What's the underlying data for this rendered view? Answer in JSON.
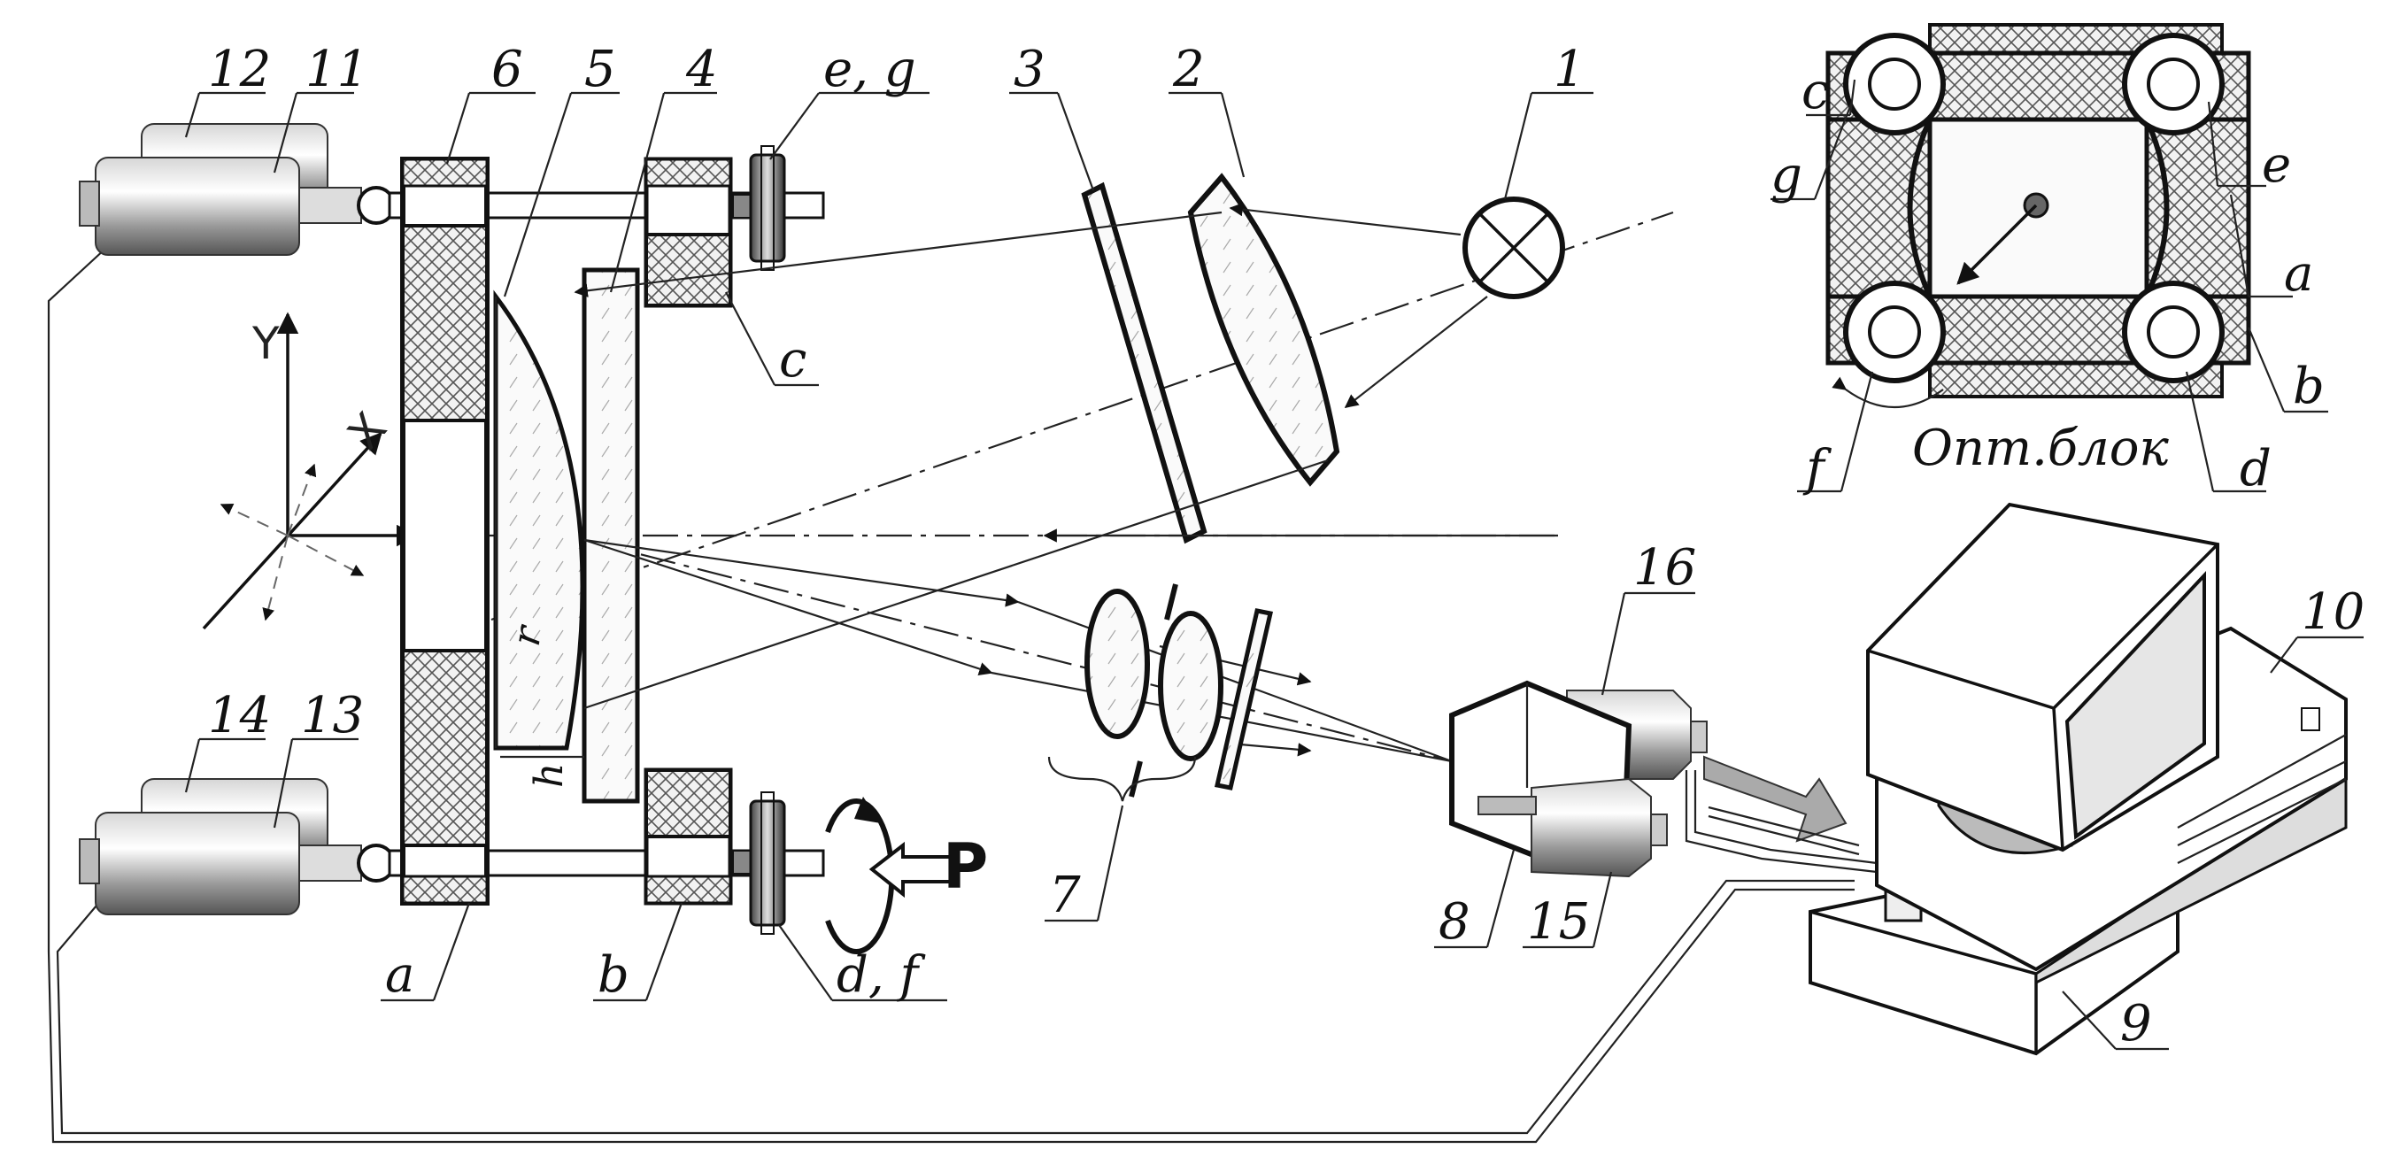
{
  "labels": {
    "n1": "1",
    "n2": "2",
    "n3": "3",
    "n4": "4",
    "n5": "5",
    "n6": "6",
    "n7": "7",
    "n8": "8",
    "n9": "9",
    "n10": "10",
    "n11": "11",
    "n12": "12",
    "n13": "13",
    "n14": "14",
    "n15": "15",
    "n16": "16",
    "a": "a",
    "b": "b",
    "c": "c",
    "df": "d, f",
    "eg": "e, g",
    "P": "P",
    "axis_y": "Y",
    "axis_x": "X",
    "h": "h",
    "r": "r"
  },
  "inset": {
    "caption": "Опт.блок",
    "c": "c",
    "g": "g",
    "e": "e",
    "a": "a",
    "b": "b",
    "d": "d",
    "f": "f"
  }
}
